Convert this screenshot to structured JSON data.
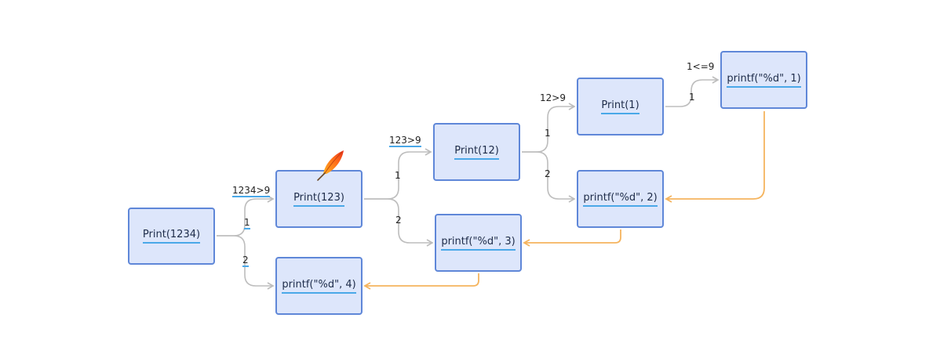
{
  "nodes": {
    "call_1234": "Print(1234)",
    "call_123": "Print(123)",
    "call_12": "Print(12)",
    "call_1": "Print(1)",
    "printf_1": "printf(\"%d\", 1)",
    "printf_2": "printf(\"%d\", 2)",
    "printf_3": "printf(\"%d\", 3)",
    "printf_4": "printf(\"%d\", 4)"
  },
  "edge_labels": {
    "cond_1234": "1234>9",
    "step_1_from_1234": "1",
    "step_2_from_1234": "2",
    "cond_123": "123>9",
    "step_1_from_123": "1",
    "step_2_from_123": "2",
    "cond_12": "12>9",
    "step_1_from_12": "1",
    "step_2_from_12": "2",
    "cond_1": "1<=9",
    "step_1_from_1": "1"
  },
  "colors": {
    "call_edge": "#bdbdbd",
    "return_edge": "#f5b45e",
    "node_fill": "#dde6fb",
    "node_border": "#5f87d8",
    "underline": "#4aa8e8"
  },
  "decoration": {
    "icon": "feather-pen-icon"
  }
}
